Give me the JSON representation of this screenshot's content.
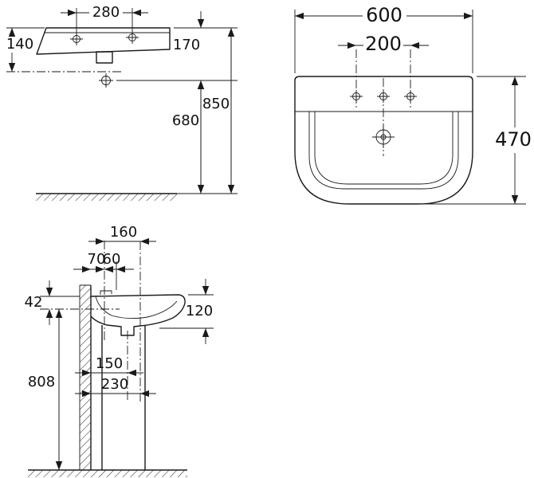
{
  "front_view": {
    "overall_width": "600",
    "taphole_spacing": "200",
    "height": "470"
  },
  "wall_view": {
    "taphole_spacing": "280",
    "rim_to_outlet": "140",
    "rim_depth": "170",
    "underside_to_floor": "680",
    "rim_height": "850"
  },
  "pedestal_view": {
    "depth_to_fixing": "160",
    "wall_to_tap": "70",
    "tap_to_front": "60",
    "rim_drop": "42",
    "basin_edge_height": "120",
    "wall_to_outlet": "150",
    "wall_to_fixing": "230",
    "outlet_height": "808"
  }
}
